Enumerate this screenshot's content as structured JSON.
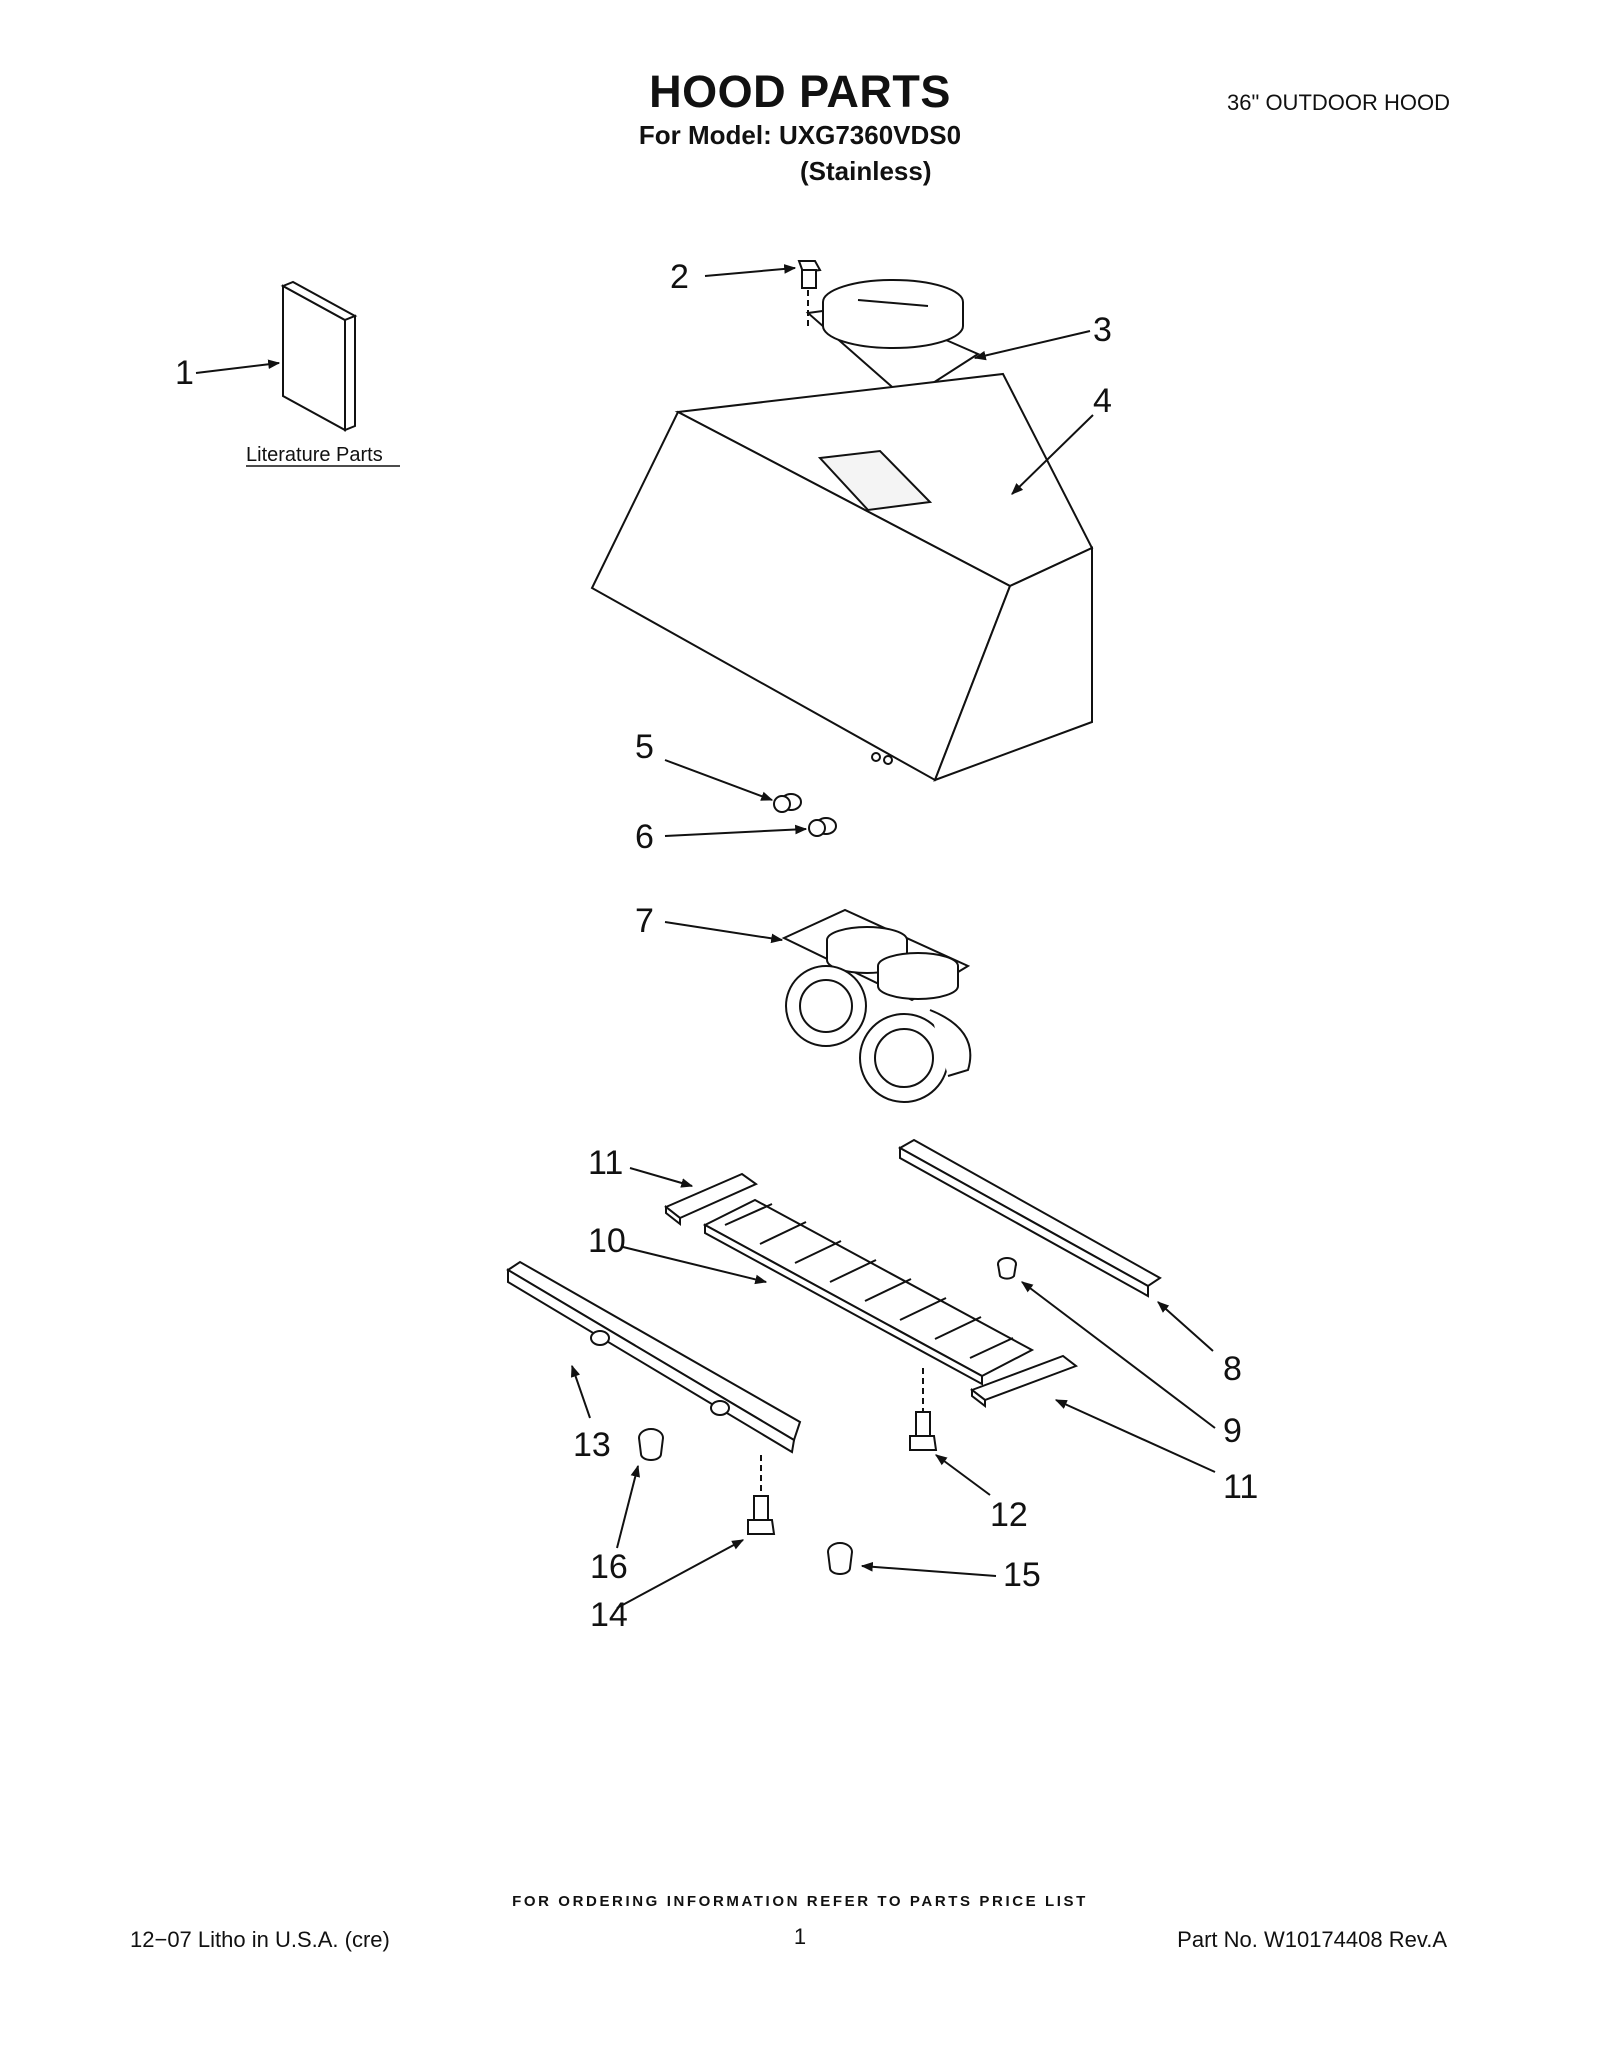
{
  "header": {
    "title": "HOOD PARTS",
    "model_line": "For Model: UXG7360VDS0",
    "finish": "(Stainless)",
    "product": "36\" OUTDOOR HOOD"
  },
  "literature": {
    "label": "Literature Parts"
  },
  "callouts": [
    "1",
    "2",
    "3",
    "4",
    "5",
    "6",
    "7",
    "8",
    "9",
    "10",
    "11",
    "11",
    "12",
    "13",
    "14",
    "15",
    "16"
  ],
  "footer": {
    "ordering_note": "FOR ORDERING INFORMATION REFER TO PARTS PRICE LIST",
    "litho": "12−07 Litho in U.S.A. (cre)",
    "page": "1",
    "part_no": "Part No. W10174408 Rev.A"
  }
}
